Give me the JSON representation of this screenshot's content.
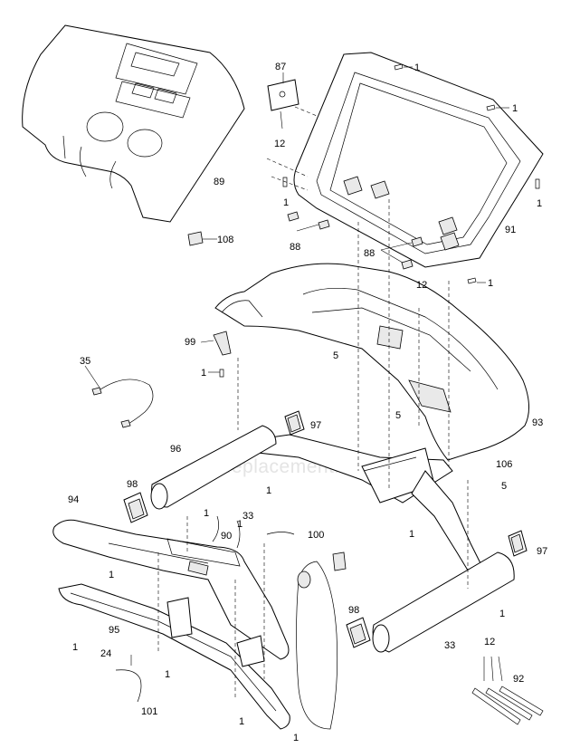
{
  "watermark": "eReplacementParts.com",
  "callouts": {
    "c1a": "1",
    "c1b": "1",
    "c1c": "1",
    "c1d": "1",
    "c1e": "1",
    "c1f": "1",
    "c1g": "1",
    "c1h": "1",
    "c1i": "1",
    "c1j": "1",
    "c1k": "1",
    "c1l": "1",
    "c1m": "1",
    "c1n": "1",
    "c1o": "1",
    "c1p": "1",
    "c5a": "5",
    "c5b": "5",
    "c5c": "5",
    "c12a": "12",
    "c12b": "12",
    "c12c": "12",
    "c24": "24",
    "c33a": "33",
    "c33b": "33",
    "c35": "35",
    "c87": "87",
    "c88a": "88",
    "c88b": "88",
    "c89": "89",
    "c90": "90",
    "c91": "91",
    "c92": "92",
    "c93": "93",
    "c94": "94",
    "c95": "95",
    "c96": "96",
    "c97a": "97",
    "c97b": "97",
    "c98a": "98",
    "c98b": "98",
    "c99": "99",
    "c100": "100",
    "c101": "101",
    "c106": "106",
    "c108": "108"
  }
}
